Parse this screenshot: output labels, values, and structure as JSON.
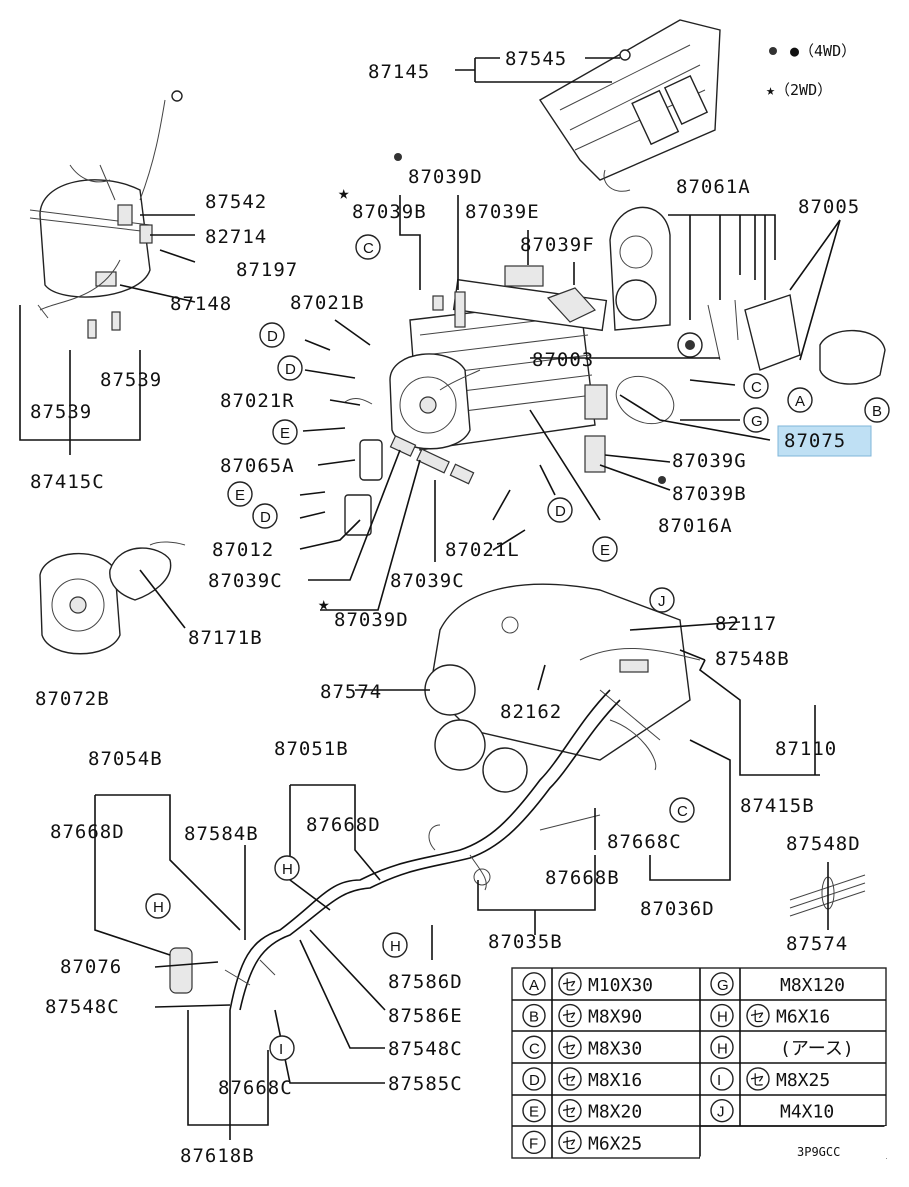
{
  "legend": {
    "dot": "●（4WD）",
    "star": "★（2WD）"
  },
  "labels": {
    "p87545": "87545",
    "p87145": "87145",
    "p87039D_top": "87039D",
    "p87061A": "87061A",
    "p87005": "87005",
    "p87542": "87542",
    "p82714": "82714",
    "p87197": "87197",
    "p87148": "87148",
    "p87039B_top": "87039B",
    "p87039E": "87039E",
    "p87039F": "87039F",
    "p87021B": "87021B",
    "p87003": "87003",
    "p87539_a": "87539",
    "p87539_b": "87539",
    "p87415C": "87415C",
    "p87021R": "87021R",
    "p87065A": "87065A",
    "p87075": "87075",
    "p87039G": "87039G",
    "p87039B_bot": "87039B",
    "p87016A": "87016A",
    "p87012": "87012",
    "p87021L": "87021L",
    "p87039C_a": "87039C",
    "p87039C_b": "87039C",
    "p87039D_bot": "87039D",
    "p87171B": "87171B",
    "p87072B": "87072B",
    "p82117": "82117",
    "p87548B": "87548B",
    "p87574_a": "87574",
    "p82162": "82162",
    "p87110": "87110",
    "p87415B": "87415B",
    "p87054B": "87054B",
    "p87051B": "87051B",
    "p87668D_a": "87668D",
    "p87584B": "87584B",
    "p87668D_b": "87668D",
    "p87668C_a": "87668C",
    "p87548D": "87548D",
    "p87668B": "87668B",
    "p87036D": "87036D",
    "p87035B": "87035B",
    "p87574_b": "87574",
    "p87076": "87076",
    "p87586D": "87586D",
    "p87548C_a": "87548C",
    "p87586E": "87586E",
    "p87548C_b": "87548C",
    "p87585C": "87585C",
    "p87668C_b": "87668C",
    "p87618B": "87618B"
  },
  "callouts": {
    "c_C1": "C",
    "c_D1": "D",
    "c_D2": "D",
    "c_E1": "E",
    "c_E2": "E",
    "c_D3": "D",
    "c_C2": "C",
    "c_G": "G",
    "c_A": "A",
    "c_B": "B",
    "c_D4": "D",
    "c_E3": "E",
    "c_J": "J",
    "c_C3": "C",
    "c_H1": "H",
    "c_H2": "H",
    "c_H3": "H",
    "c_I": "I"
  },
  "bolt_table": [
    {
      "key": "A",
      "mark": "セ",
      "size": "M10X30"
    },
    {
      "key": "B",
      "mark": "セ",
      "size": "M8X90"
    },
    {
      "key": "C",
      "mark": "セ",
      "size": "M8X30"
    },
    {
      "key": "D",
      "mark": "セ",
      "size": "M8X16"
    },
    {
      "key": "E",
      "mark": "セ",
      "size": "M8X20"
    },
    {
      "key": "F",
      "mark": "セ",
      "size": "M6X25"
    },
    {
      "key": "G",
      "mark": "",
      "size": "M8X120"
    },
    {
      "key": "H",
      "mark": "セ",
      "size": "M6X16"
    },
    {
      "key": "H",
      "mark": "",
      "size": "(アース)"
    },
    {
      "key": "I",
      "mark": "セ",
      "size": "M8X25"
    },
    {
      "key": "J",
      "mark": "",
      "size": "M4X10"
    }
  ],
  "diagram_code": "3P9GCC",
  "highlight_color": "#bfe0f4"
}
